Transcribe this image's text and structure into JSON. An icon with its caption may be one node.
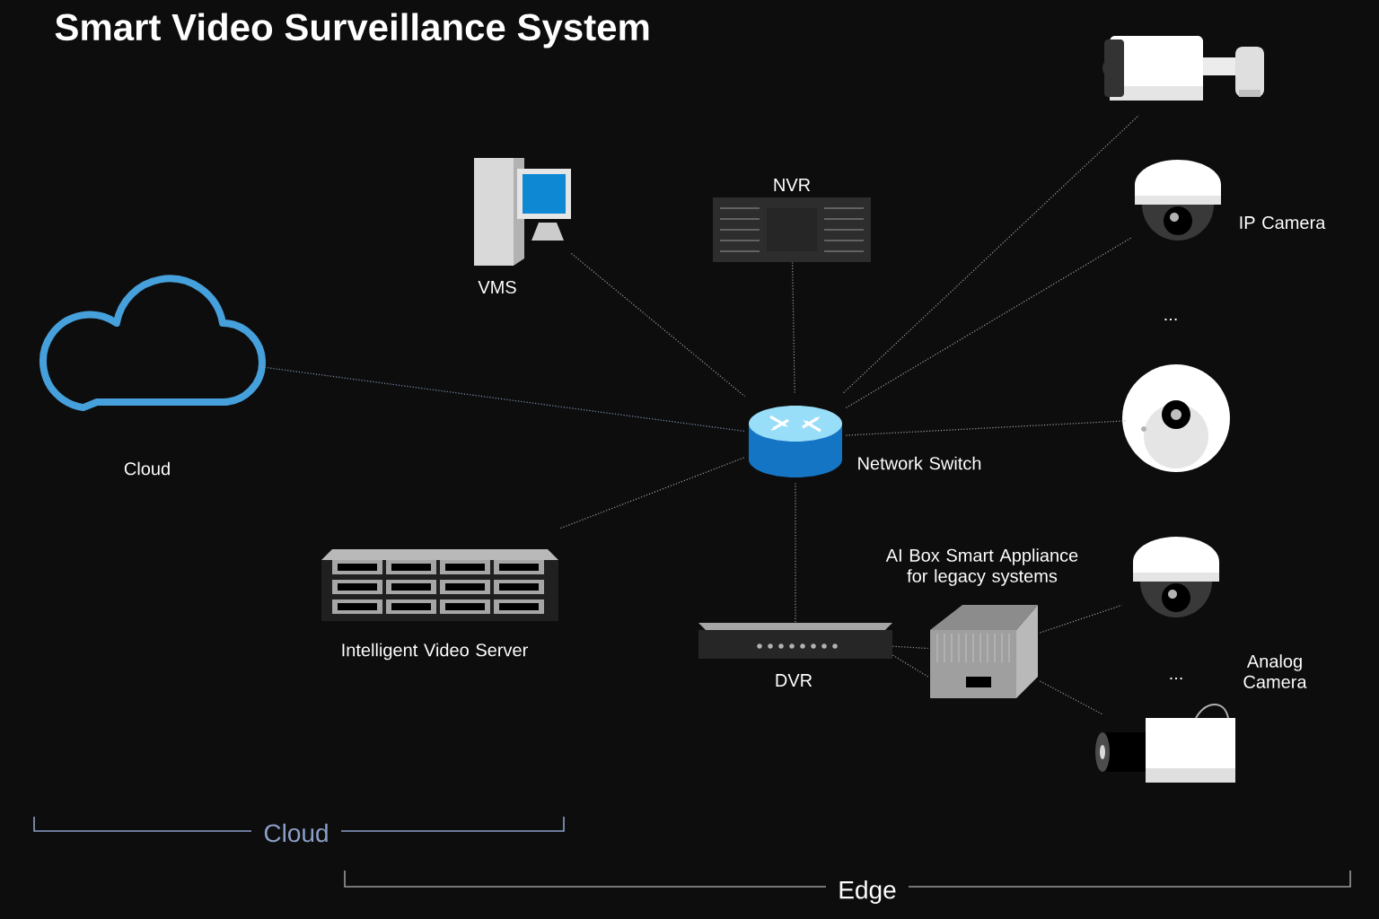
{
  "diagram": {
    "title": "Smart Video Surveillance System",
    "nodes": [
      {
        "text": [
          "VMS"
        ]
      },
      {
        "text": [
          "NVR"
        ]
      },
      {
        "text": [
          "Cloud"
        ]
      },
      {
        "text": [
          "Network Switch"
        ]
      },
      {
        "text": [
          "Intelligent Video Server"
        ]
      },
      {
        "text": [
          "DVR"
        ]
      },
      {
        "text": [
          "AI Box Smart Appliance for legacy systems"
        ]
      },
      {
        "text": [],
        "shape": "picture"
      },
      {
        "text": [],
        "shape": "picture"
      },
      {
        "text": [],
        "shape": "picture"
      },
      {
        "text": [],
        "shape": "picture"
      },
      {
        "text": [],
        "shape": "picture"
      }
    ],
    "edges": [
      {
        "from": 0,
        "to": 3,
        "arrow": "none"
      },
      {
        "from": 1,
        "to": 3,
        "arrow": "none"
      },
      {
        "from": 2,
        "to": 3,
        "arrow": "none",
        "color": "#7f93b8"
      },
      {
        "from": 4,
        "to": 3,
        "arrow": "none"
      },
      {
        "from": 3,
        "to": 5,
        "arrow": "none"
      },
      {
        "from": 3,
        "to": 7,
        "arrow": "none"
      },
      {
        "from": 3,
        "to": 8,
        "arrow": "none"
      },
      {
        "from": 3,
        "to": 9,
        "arrow": "none"
      },
      {
        "from": 5,
        "to": 6,
        "arrow": "none"
      },
      {
        "from": 5,
        "to": 6,
        "arrow": "none"
      },
      {
        "from": 6,
        "to": 10,
        "arrow": "none"
      },
      {
        "from": 6,
        "to": 11,
        "arrow": "none"
      }
    ],
    "labels": [
      "IP Camera",
      "...",
      "...",
      "Analog Camera",
      "Cloud",
      "Edge"
    ]
  }
}
